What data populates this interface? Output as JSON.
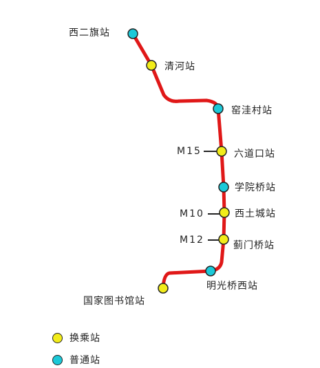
{
  "line_color": "#e01818",
  "colors": {
    "transfer": "#f2ec1a",
    "regular": "#1cc9d8",
    "outline": "#222222",
    "text": "#222222"
  },
  "stations": [
    {
      "id": "xierqi",
      "name": "西二旗站",
      "type": "regular"
    },
    {
      "id": "qinghe",
      "name": "清河站",
      "type": "transfer"
    },
    {
      "id": "wawacun",
      "name": "窑洼村站",
      "type": "regular"
    },
    {
      "id": "liudaokou",
      "name": "六道口站",
      "type": "transfer",
      "connection": "M15"
    },
    {
      "id": "xueyuanqiao",
      "name": "学院桥站",
      "type": "regular"
    },
    {
      "id": "xitucheng",
      "name": "西土城站",
      "type": "transfer",
      "connection": "M10"
    },
    {
      "id": "jimenqiao",
      "name": "蓟门桥站",
      "type": "transfer",
      "connection": "M12"
    },
    {
      "id": "mingguangqiaoxi",
      "name": "明光桥西站",
      "type": "regular"
    },
    {
      "id": "guojiatushuguan",
      "name": "国家图书馆站",
      "type": "transfer"
    }
  ],
  "legend": {
    "transfer_label": "换乘站",
    "regular_label": "普通站"
  }
}
